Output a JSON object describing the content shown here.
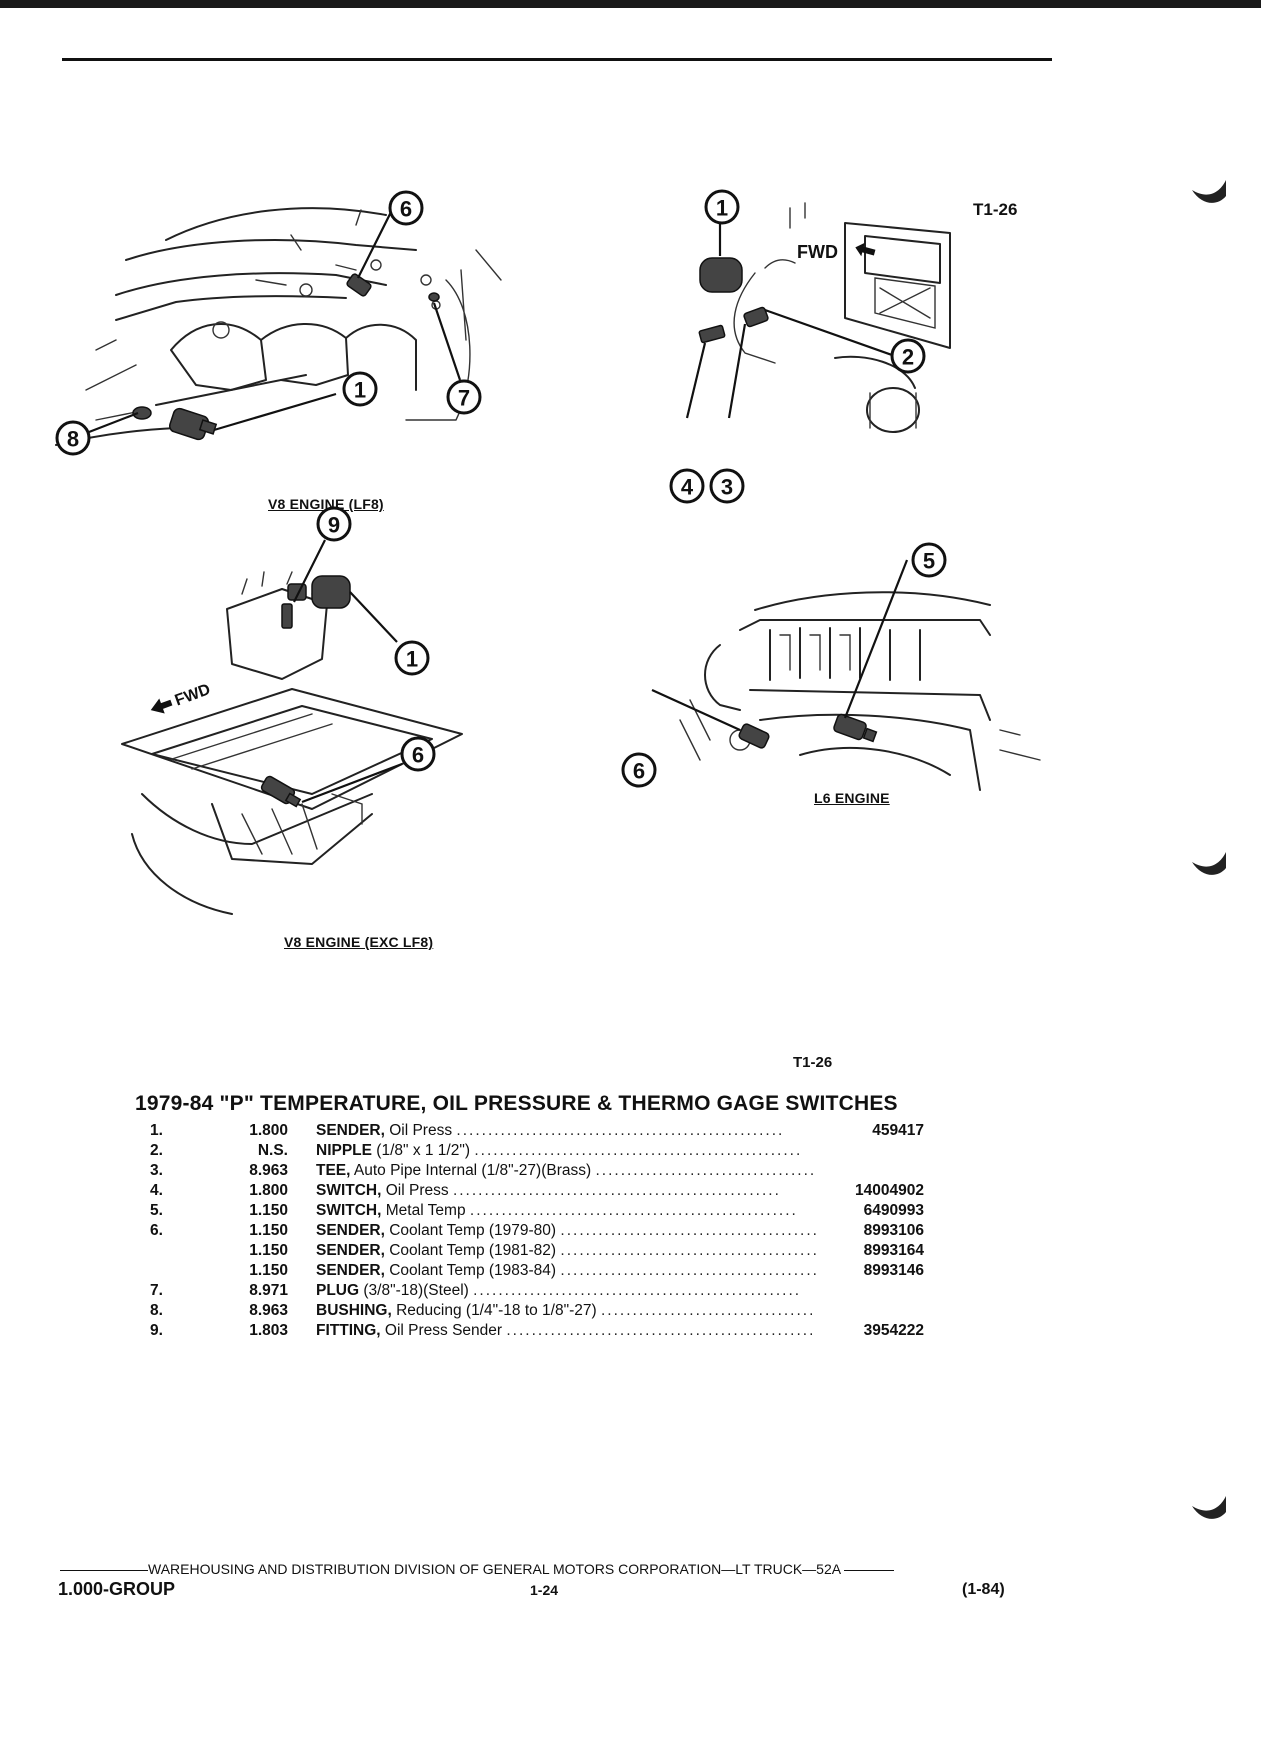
{
  "figure_ref": "T1-26",
  "figures": [
    {
      "caption": "V8 ENGINE (LF8)",
      "callouts": [
        "6",
        "1",
        "7",
        "8"
      ]
    },
    {
      "caption": "",
      "labels": [
        "FWD"
      ],
      "callouts": [
        "1",
        "2",
        "3",
        "4"
      ]
    },
    {
      "caption": "V8 ENGINE (EXC LF8)",
      "labels": [
        "FWD"
      ],
      "callouts": [
        "9",
        "1",
        "6"
      ]
    },
    {
      "caption": "L6 ENGINE",
      "callouts": [
        "5",
        "6"
      ]
    }
  ],
  "section": {
    "ref": "T1-26",
    "title": "1979-84 \"P\" TEMPERATURE, OIL PRESSURE & THERMO GAGE SWITCHES"
  },
  "parts": [
    {
      "item": "1.",
      "group": "1.800",
      "name": "SENDER,",
      "desc": "Oil Press",
      "part_no": "459417"
    },
    {
      "item": "2.",
      "group": "N.S.",
      "name": "NIPPLE",
      "desc": "(1/8\" x 1 1/2\")",
      "part_no": ""
    },
    {
      "item": "3.",
      "group": "8.963",
      "name": "TEE,",
      "desc": "Auto Pipe Internal (1/8\"-27)(Brass)",
      "part_no": ""
    },
    {
      "item": "4.",
      "group": "1.800",
      "name": "SWITCH,",
      "desc": "Oil Press",
      "part_no": "14004902"
    },
    {
      "item": "5.",
      "group": "1.150",
      "name": "SWITCH,",
      "desc": "Metal Temp",
      "part_no": "6490993"
    },
    {
      "item": "6.",
      "group": "1.150",
      "name": "SENDER,",
      "desc": "Coolant Temp (1979-80)",
      "part_no": "8993106"
    },
    {
      "item": "",
      "group": "1.150",
      "name": "SENDER,",
      "desc": "Coolant Temp (1981-82)",
      "part_no": "8993164"
    },
    {
      "item": "",
      "group": "1.150",
      "name": "SENDER,",
      "desc": "Coolant Temp (1983-84)",
      "part_no": "8993146"
    },
    {
      "item": "7.",
      "group": "8.971",
      "name": "PLUG",
      "desc": "(3/8\"-18)(Steel)",
      "part_no": ""
    },
    {
      "item": "8.",
      "group": "8.963",
      "name": "BUSHING,",
      "desc": "Reducing (1/4\"-18 to 1/8\"-27)",
      "part_no": ""
    },
    {
      "item": "9.",
      "group": "1.803",
      "name": "FITTING,",
      "desc": "Oil Press Sender",
      "part_no": "3954222"
    }
  ],
  "footer": {
    "division": "WAREHOUSING AND DISTRIBUTION  DIVISION OF GENERAL MOTORS CORPORATION—LT TRUCK—52A",
    "group": "1.000-GROUP",
    "page": "1-24",
    "date": "(1-84)"
  }
}
